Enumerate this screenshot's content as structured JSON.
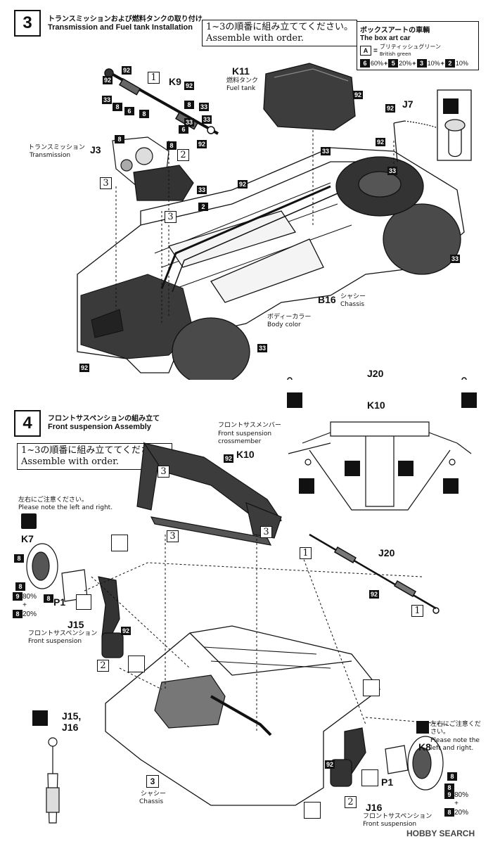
{
  "step3": {
    "number": "3",
    "title_jp": "トランスミッションおよび燃料タンクの取り付け",
    "title_en": "Transmission and Fuel tank Installation",
    "order_jp": "1~3の順番に組み立ててください。",
    "order_en": "Assemble with order.",
    "boxart": {
      "title_jp": "ボックスアートの車輌",
      "title_en": "The box art car",
      "code": "A",
      "color_jp": "ブリティッシュグリーン",
      "color_en": "British green",
      "mix": [
        "6",
        "60%",
        "+",
        "5",
        "20%",
        "+",
        "3",
        "10%",
        "+",
        "2",
        "10%"
      ]
    },
    "labels": {
      "k11": "K11",
      "k11_jp": "燃料タンク",
      "k11_en": "Fuel tank",
      "k9": "K9",
      "j3": "J3",
      "j3_jp": "トランスミッション",
      "j3_en": "Transmission",
      "j7": "J7",
      "b16": "B16",
      "b16_jp": "シャシー",
      "b16_en": "Chassis",
      "body_jp": "ボディーカラー",
      "body_en": "Body color",
      "j20": "J20",
      "k10": "K10"
    }
  },
  "step4": {
    "number": "4",
    "title_jp": "フロントサスペンションの組み立て",
    "title_en": "Front suspension Assembly",
    "order_jp": "1~3の順番に組み立ててください。",
    "order_en": "Assemble with order.",
    "labels": {
      "crossmember_jp": "フロントサスメンバー",
      "crossmember_en1": "Front suspension",
      "crossmember_en2": "crossmember",
      "k10": "K10",
      "lr_jp": "左右にご注意ください。",
      "lr_en": "Please note the left and right.",
      "k7": "K7",
      "p1": "P1",
      "j15": "J15",
      "j15_jp": "フロントサスペンション",
      "j15_en": "Front suspension",
      "j20": "J20",
      "j15j16": "J15,\nJ16",
      "k8": "K8",
      "k8_jp": "左右にご注意ください。",
      "k8_en": "Please note the left and right.",
      "j16": "J16",
      "j16_jp": "フロントサスペンション",
      "j16_en": "Front suspension",
      "chassis_jp": "シャシー",
      "chassis_en": "Chassis",
      "chassis_num": "3",
      "mix_left_a": "80%",
      "mix_left_b": "20%",
      "mix_right_a": "80%",
      "mix_right_b": "20%"
    }
  },
  "watermark": "HOBBY SEARCH"
}
